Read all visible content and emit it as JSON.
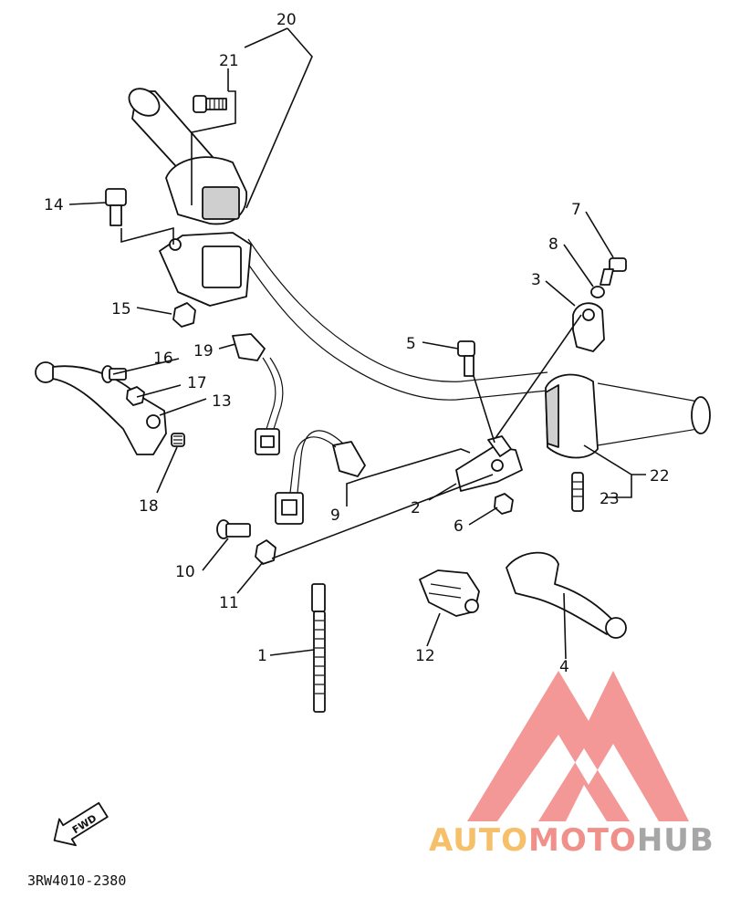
{
  "parts": [
    {
      "id": "p1",
      "label": "1"
    },
    {
      "id": "p2",
      "label": "2"
    },
    {
      "id": "p3",
      "label": "3"
    },
    {
      "id": "p4",
      "label": "4"
    },
    {
      "id": "p5",
      "label": "5"
    },
    {
      "id": "p6",
      "label": "6"
    },
    {
      "id": "p7",
      "label": "7"
    },
    {
      "id": "p8",
      "label": "8"
    },
    {
      "id": "p9",
      "label": "9"
    },
    {
      "id": "p10",
      "label": "10"
    },
    {
      "id": "p11",
      "label": "11"
    },
    {
      "id": "p12",
      "label": "12"
    },
    {
      "id": "p13",
      "label": "13"
    },
    {
      "id": "p14",
      "label": "14"
    },
    {
      "id": "p15",
      "label": "15"
    },
    {
      "id": "p16",
      "label": "16"
    },
    {
      "id": "p17",
      "label": "17"
    },
    {
      "id": "p18",
      "label": "18"
    },
    {
      "id": "p19",
      "label": "19"
    },
    {
      "id": "p20",
      "label": "20"
    },
    {
      "id": "p21",
      "label": "21"
    },
    {
      "id": "p22",
      "label": "22"
    },
    {
      "id": "p23",
      "label": "23"
    }
  ],
  "direction_marker": "FWD",
  "diagram_code": "3RW4010-2380",
  "watermark": {
    "text_part1": "AUTO",
    "text_part2": "MOTO",
    "text_part3": "HUB",
    "color1": "#f6c06a",
    "color2": "#f0908a",
    "color3": "#a6a6a6",
    "logo_color": "#f28c8c"
  }
}
